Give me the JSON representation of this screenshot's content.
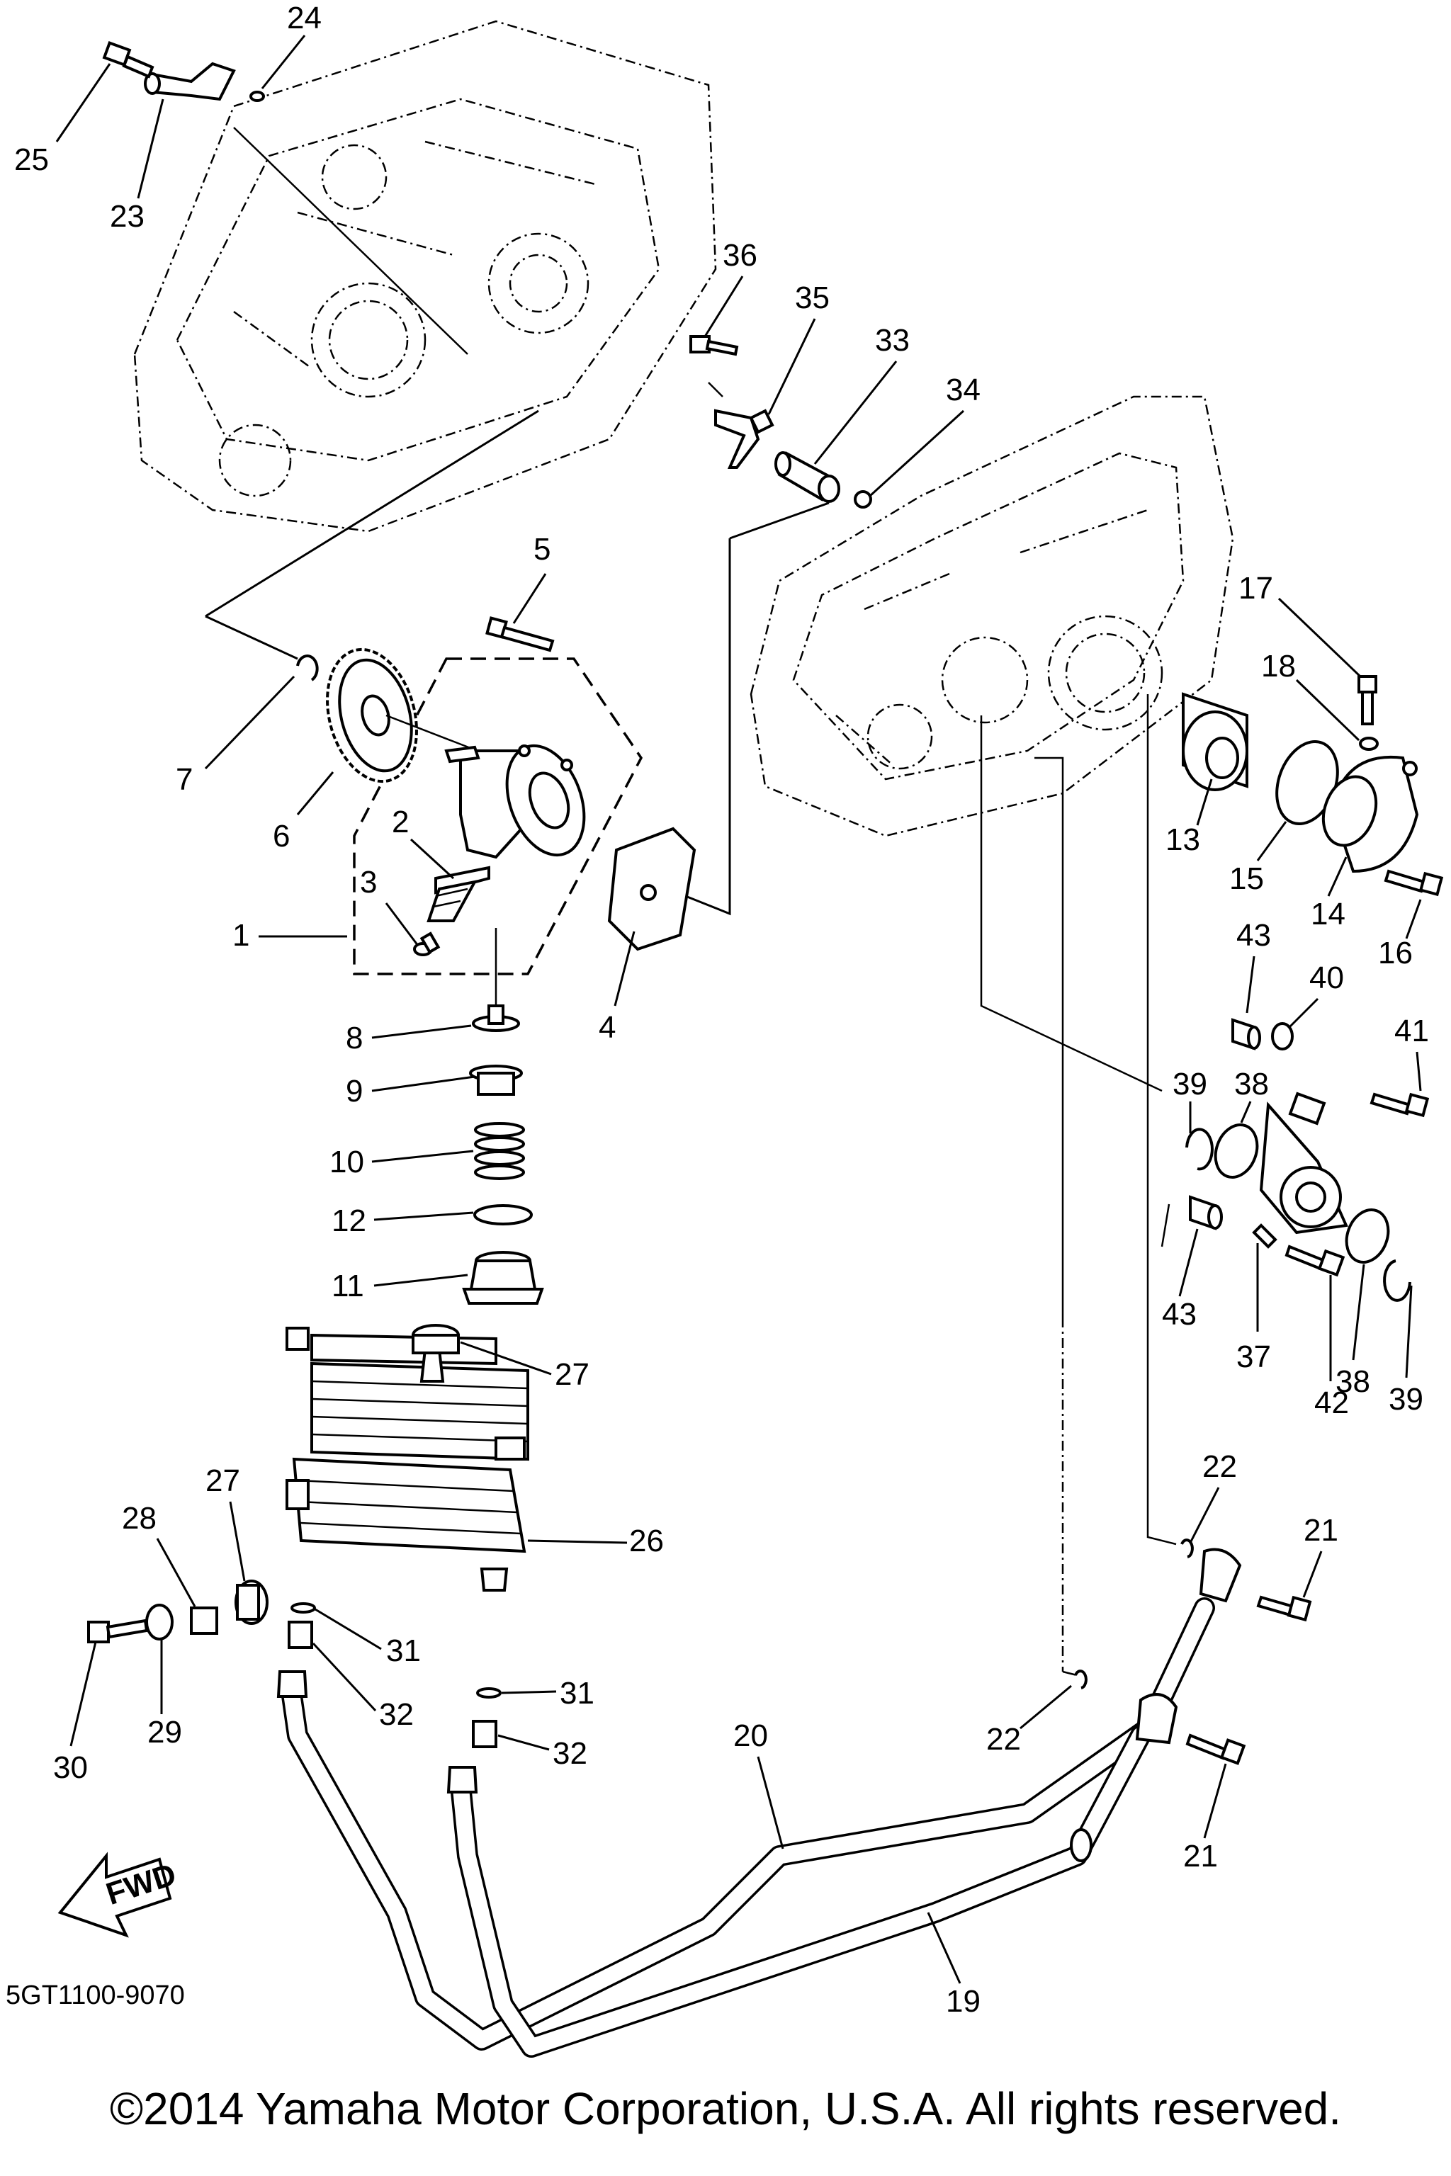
{
  "catalog_code": "5GT1100-9070",
  "copyright": "©2014 Yamaha Motor Corporation, U.S.A. All rights reserved.",
  "fwd_arrow_label": "FWD",
  "callouts": [
    {
      "id": "c1",
      "text": "1"
    },
    {
      "id": "c2",
      "text": "2"
    },
    {
      "id": "c3",
      "text": "3"
    },
    {
      "id": "c4",
      "text": "4"
    },
    {
      "id": "c5",
      "text": "5"
    },
    {
      "id": "c6",
      "text": "6"
    },
    {
      "id": "c7",
      "text": "7"
    },
    {
      "id": "c8",
      "text": "8"
    },
    {
      "id": "c9",
      "text": "9"
    },
    {
      "id": "c10",
      "text": "10"
    },
    {
      "id": "c11",
      "text": "11"
    },
    {
      "id": "c12",
      "text": "12"
    },
    {
      "id": "c13",
      "text": "13"
    },
    {
      "id": "c14",
      "text": "14"
    },
    {
      "id": "c15",
      "text": "15"
    },
    {
      "id": "c16",
      "text": "16"
    },
    {
      "id": "c17",
      "text": "17"
    },
    {
      "id": "c18",
      "text": "18"
    },
    {
      "id": "c19",
      "text": "19"
    },
    {
      "id": "c20",
      "text": "20"
    },
    {
      "id": "c21a",
      "text": "21"
    },
    {
      "id": "c21b",
      "text": "21"
    },
    {
      "id": "c22a",
      "text": "22"
    },
    {
      "id": "c22b",
      "text": "22"
    },
    {
      "id": "c23",
      "text": "23"
    },
    {
      "id": "c24",
      "text": "24"
    },
    {
      "id": "c25",
      "text": "25"
    },
    {
      "id": "c26",
      "text": "26"
    },
    {
      "id": "c27a",
      "text": "27"
    },
    {
      "id": "c27b",
      "text": "27"
    },
    {
      "id": "c28",
      "text": "28"
    },
    {
      "id": "c29",
      "text": "29"
    },
    {
      "id": "c30",
      "text": "30"
    },
    {
      "id": "c31a",
      "text": "31"
    },
    {
      "id": "c31b",
      "text": "31"
    },
    {
      "id": "c32a",
      "text": "32"
    },
    {
      "id": "c32b",
      "text": "32"
    },
    {
      "id": "c33",
      "text": "33"
    },
    {
      "id": "c34",
      "text": "34"
    },
    {
      "id": "c35",
      "text": "35"
    },
    {
      "id": "c36",
      "text": "36"
    },
    {
      "id": "c37",
      "text": "37"
    },
    {
      "id": "c38a",
      "text": "38"
    },
    {
      "id": "c38b",
      "text": "38"
    },
    {
      "id": "c39a",
      "text": "39"
    },
    {
      "id": "c39b",
      "text": "39"
    },
    {
      "id": "c40",
      "text": "40"
    },
    {
      "id": "c41",
      "text": "41"
    },
    {
      "id": "c42",
      "text": "42"
    },
    {
      "id": "c43a",
      "text": "43"
    },
    {
      "id": "c43b",
      "text": "43"
    }
  ]
}
